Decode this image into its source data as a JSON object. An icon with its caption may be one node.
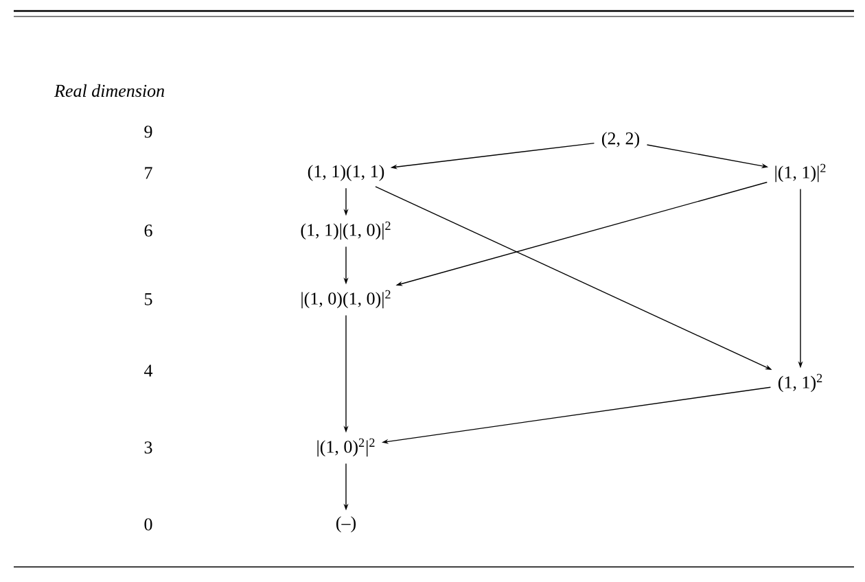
{
  "diagram": {
    "nodes": [
      {
        "text": [
          "(2, 2)"
        ]
      },
      {
        "text": [
          "(1, 1)(1, 1)"
        ]
      },
      {
        "text": [
          "|(1, 1)|$^{2}$"
        ]
      },
      {
        "text": [
          "(1, 1)|(1, 0)|$^{2}$"
        ]
      },
      {
        "text": [
          "|(1, 0)(1, 0)|$^{2}$"
        ]
      },
      {
        "text": [
          "(1, 1)$^{2}$"
        ]
      },
      {
        "text": [
          "|(1, 0)$^{2}$|$^{2}$"
        ]
      },
      {
        "text": [
          "(–)"
        ]
      }
    ],
    "edges": [
      {
        "from": 0,
        "to": 1,
        "arrow": "to"
      },
      {
        "from": 0,
        "to": 2,
        "arrow": "to"
      },
      {
        "from": 1,
        "to": 3,
        "arrow": "to"
      },
      {
        "from": 1,
        "to": 5,
        "arrow": "to"
      },
      {
        "from": 2,
        "to": 4,
        "arrow": "to"
      },
      {
        "from": 2,
        "to": 5,
        "arrow": "to"
      },
      {
        "from": 3,
        "to": 4,
        "arrow": "to"
      },
      {
        "from": 4,
        "to": 6,
        "arrow": "to"
      },
      {
        "from": 5,
        "to": 6,
        "arrow": "to"
      },
      {
        "from": 6,
        "to": 7,
        "arrow": "to"
      }
    ],
    "labels": [
      "Real dimension",
      "9",
      "7",
      "6",
      "5",
      "4",
      "3",
      "0"
    ]
  }
}
